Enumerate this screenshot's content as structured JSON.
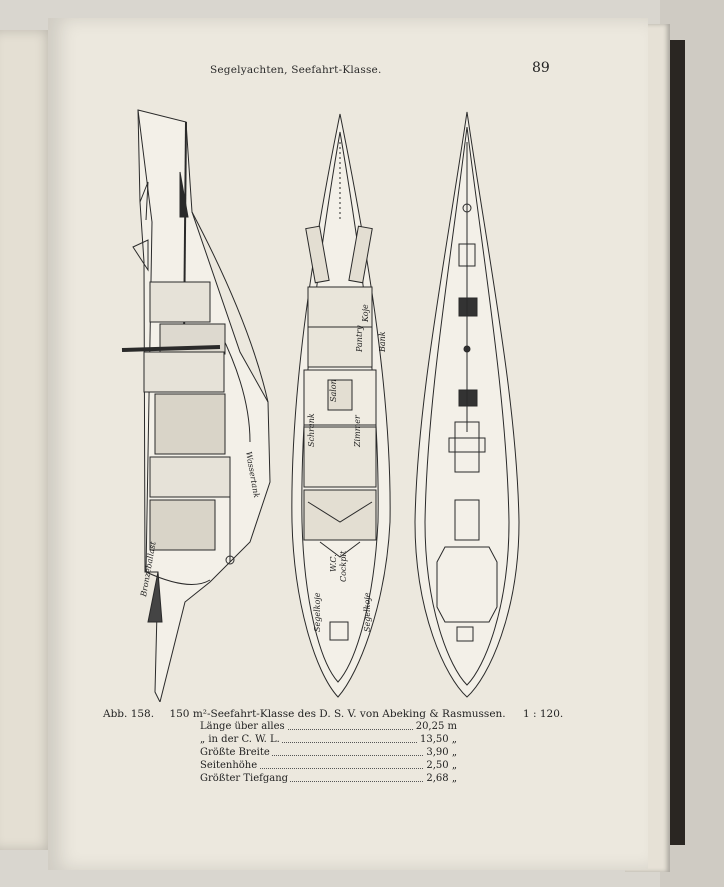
{
  "header": {
    "running_head": "Segelyachten, Seefahrt-Klasse.",
    "page_number": "89"
  },
  "drawing_labels": {
    "bronzeballast": "Bronzeballast",
    "wassertank": "Wassertank",
    "salon": "Salon",
    "segelkoje_1": "Segelkoje",
    "segelkoje_2": "Segelkoje",
    "wc": "W.C.",
    "cockpit": "Cockpit",
    "zimmer": "Zimmer",
    "pantry": "Pantry",
    "schrank": "Schrank",
    "koje": "Koje",
    "bank": "Bank"
  },
  "caption": {
    "figure_no": "Abb. 158.",
    "title": "150 m²-Seefahrt-Klasse des D. S. V. von Abeking & Rasmussen.",
    "scale": "1 : 120."
  },
  "specs": [
    {
      "label": "Länge über alles",
      "value": "20,25 m"
    },
    {
      "label": "„ in der C. W. L.",
      "value": "13,50 „"
    },
    {
      "label": "Größte Breite",
      "value": "3,90 „"
    },
    {
      "label": "Seitenhöhe",
      "value": "2,50 „"
    },
    {
      "label": "Größter Tiefgang",
      "value": "2,68 „"
    }
  ]
}
